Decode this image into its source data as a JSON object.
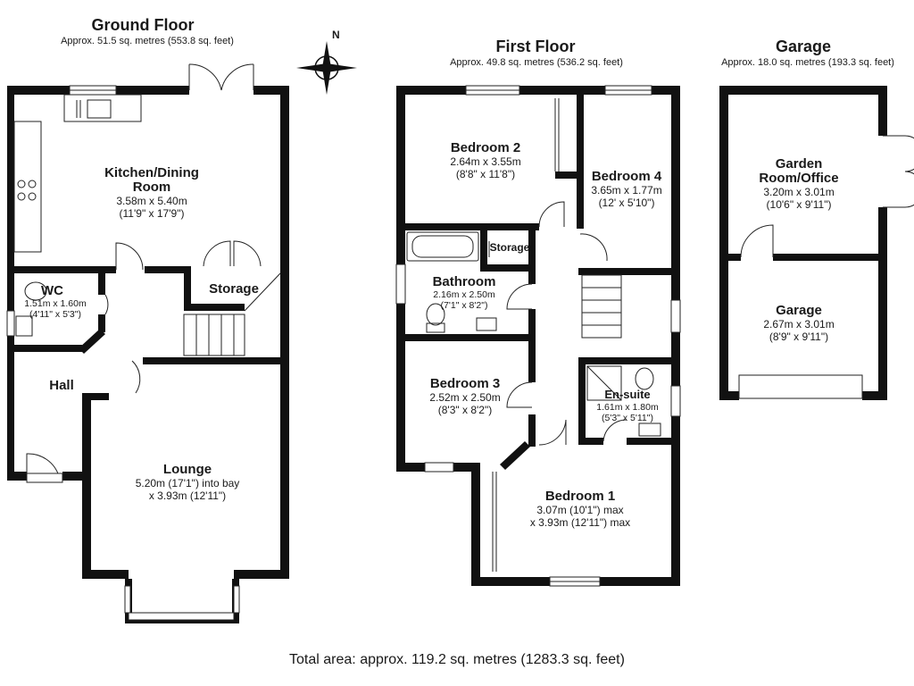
{
  "total_area": "Total area: approx. 119.2 sq. metres (1283.3 sq. feet)",
  "compass_label": "N",
  "floors": {
    "ground": {
      "title": "Ground Floor",
      "area": "Approx. 51.5 sq. metres (553.8 sq. feet)"
    },
    "first": {
      "title": "First Floor",
      "area": "Approx. 49.8 sq. metres (536.2 sq. feet)"
    },
    "garage": {
      "title": "Garage",
      "area": "Approx. 18.0 sq. metres (193.3 sq. feet)"
    }
  },
  "rooms": {
    "kitchen": {
      "name1": "Kitchen/Dining",
      "name2": "Room",
      "dim": "3.58m x 5.40m",
      "imp": "(11'9\" x 17'9\")"
    },
    "wc": {
      "name": "WC",
      "dim": "1.51m x 1.60m",
      "imp": "(4'11\" x 5'3\")"
    },
    "storage_ground": {
      "name": "Storage"
    },
    "hall": {
      "name": "Hall"
    },
    "lounge": {
      "name": "Lounge",
      "dim": "5.20m (17'1\") into bay",
      "imp": "x 3.93m (12'11\")"
    },
    "bedroom2": {
      "name": "Bedroom 2",
      "dim": "2.64m x 3.55m",
      "imp": "(8'8\" x 11'8\")"
    },
    "bedroom4": {
      "name": "Bedroom 4",
      "dim": "3.65m x 1.77m",
      "imp": "(12' x 5'10\")"
    },
    "storage_first": {
      "name": "Storage"
    },
    "bathroom": {
      "name": "Bathroom",
      "dim": "2.16m x 2.50m",
      "imp": "(7'1\" x 8'2\")"
    },
    "bedroom3": {
      "name": "Bedroom 3",
      "dim": "2.52m x 2.50m",
      "imp": "(8'3\" x 8'2\")"
    },
    "ensuite": {
      "name": "En-suite",
      "dim": "1.61m x 1.80m",
      "imp": "(5'3\" x 5'11\")"
    },
    "bedroom1": {
      "name": "Bedroom 1",
      "dim": "3.07m (10'1\") max",
      "imp": "x 3.93m (12'11\") max"
    },
    "garden_room": {
      "name1": "Garden",
      "name2": "Room/Office",
      "dim": "3.20m x 3.01m",
      "imp": "(10'6\" x 9'11\")"
    },
    "garage": {
      "name": "Garage",
      "dim": "2.67m x 3.01m",
      "imp": "(8'9\" x 9'11\")"
    }
  }
}
